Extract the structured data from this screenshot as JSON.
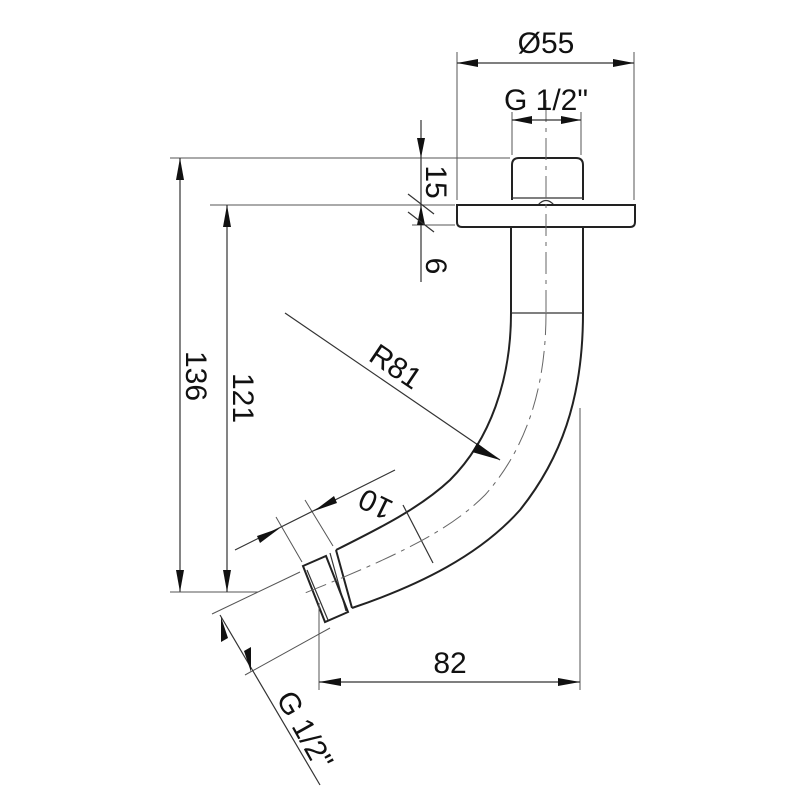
{
  "drawing": {
    "type": "technical-drawing",
    "subject": "curved shower arm with wall flange",
    "colors": {
      "line": "#222222",
      "background": "#ffffff"
    }
  },
  "dimensions": {
    "flange_diameter": "Ø55",
    "top_thread": "G 1/2\"",
    "top_thread_length": "15",
    "flange_thickness": "6",
    "total_height": "136",
    "height_to_flange": "121",
    "bend_radius": "R81",
    "outlet_straight_length": "10",
    "horizontal_reach": "82",
    "outlet_thread": "G 1/2\""
  }
}
